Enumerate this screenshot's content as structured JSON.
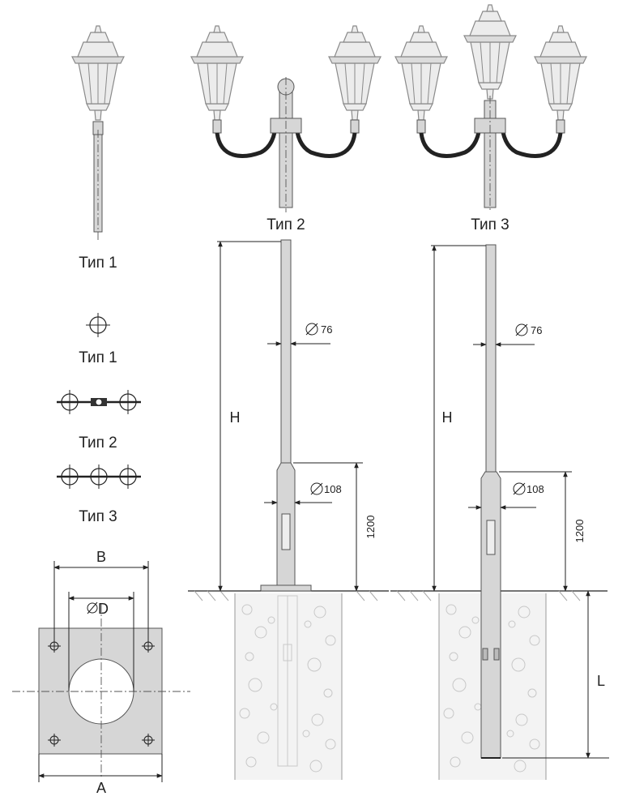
{
  "labels": {
    "type1_top": "Тип 1",
    "type2_top": "Тип 2",
    "type3_top": "Тип 3",
    "type1_plan": "Тип 1",
    "type2_plan": "Тип 2",
    "type3_plan": "Тип 3"
  },
  "dimensions": {
    "height_left": "H",
    "height_right": "H",
    "diameter_top_left": "76",
    "diameter_top_right": "76",
    "diameter_bottom_left": "108",
    "diameter_bottom_right": "108",
    "base_height_left": "1200",
    "base_height_right": "1200",
    "embed_depth": "L",
    "plate_inner": "B",
    "plate_hole": "D",
    "plate_outer": "A"
  },
  "colors": {
    "line": "#222222",
    "pole_fill": "#d6d6d6",
    "lamp_fill": "#ececec"
  }
}
